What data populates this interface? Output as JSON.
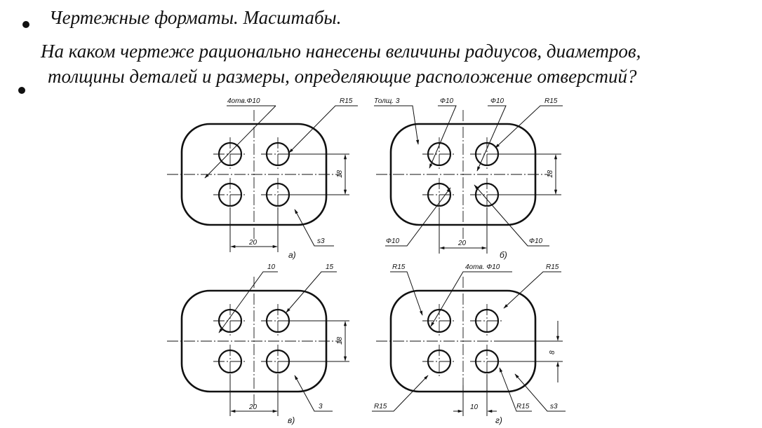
{
  "bullets": [
    {
      "text": "Чертежные форматы. Масштабы."
    },
    {
      "line1": "На каком чертеже рационально нанесены величины радиусов, диаметров,",
      "line2": "толщины деталей и размеры, определяющие расположение отверстий?"
    }
  ],
  "drawings": {
    "a": {
      "caption": "а)",
      "hole_note": "4отв.Ф10",
      "radius": "R15",
      "dim_vertical": "18",
      "dim_horizontal": "20",
      "thickness": "s3"
    },
    "b": {
      "caption": "б)",
      "thickness": "Толщ. 3",
      "dia_top_left": "Ф10",
      "dia_top_right": "Ф10",
      "radius": "R15",
      "dim_vertical": "18",
      "dia_bottom_left": "Ф10",
      "dim_horizontal": "20",
      "dia_bottom_right": "Ф10"
    },
    "v": {
      "caption": "в)",
      "dia_small": "10",
      "radius": "15",
      "dim_vertical": "18",
      "dim_horizontal": "20",
      "thickness": "3"
    },
    "g": {
      "caption": "г)",
      "radius_top_left": "R15",
      "hole_note": "4отв. Ф10",
      "radius_top_right": "R15",
      "dim_vertical": "8",
      "radius_bottom_left": "R15",
      "dim_horizontal": "10",
      "radius_bottom_mid": "R15",
      "thickness": "s3"
    }
  }
}
